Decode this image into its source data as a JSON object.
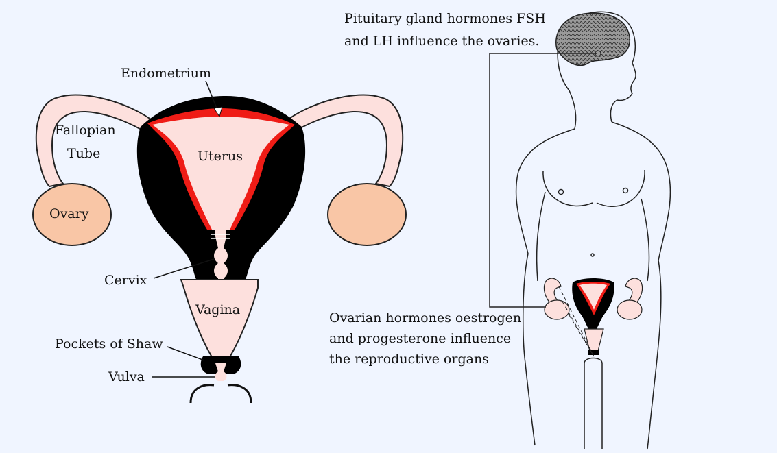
{
  "colors": {
    "background": "#f0f5ff",
    "tissue": "#fde0dd",
    "ovary": "#f9c6a6",
    "muscle": "#000000",
    "endometrium": "#ef1c16",
    "outline": "#222222"
  },
  "labels": {
    "endometrium": "Endometrium",
    "fallopian_line1": "Fallopian",
    "fallopian_line2": "Tube",
    "uterus": "Uterus",
    "ovary": "Ovary",
    "cervix": "Cervix",
    "vagina": "Vagina",
    "pockets": "Pockets of Shaw",
    "vulva": "Vulva"
  },
  "notes": {
    "pituitary_line1": "Pituitary gland hormones FSH",
    "pituitary_line2": "and LH influence the ovaries.",
    "ovarian_line1": "Ovarian hormones oestrogen",
    "ovarian_line2": "and progesterone influence",
    "ovarian_line3": "the reproductive organs"
  },
  "icons": {
    "brain": "brain-icon"
  }
}
